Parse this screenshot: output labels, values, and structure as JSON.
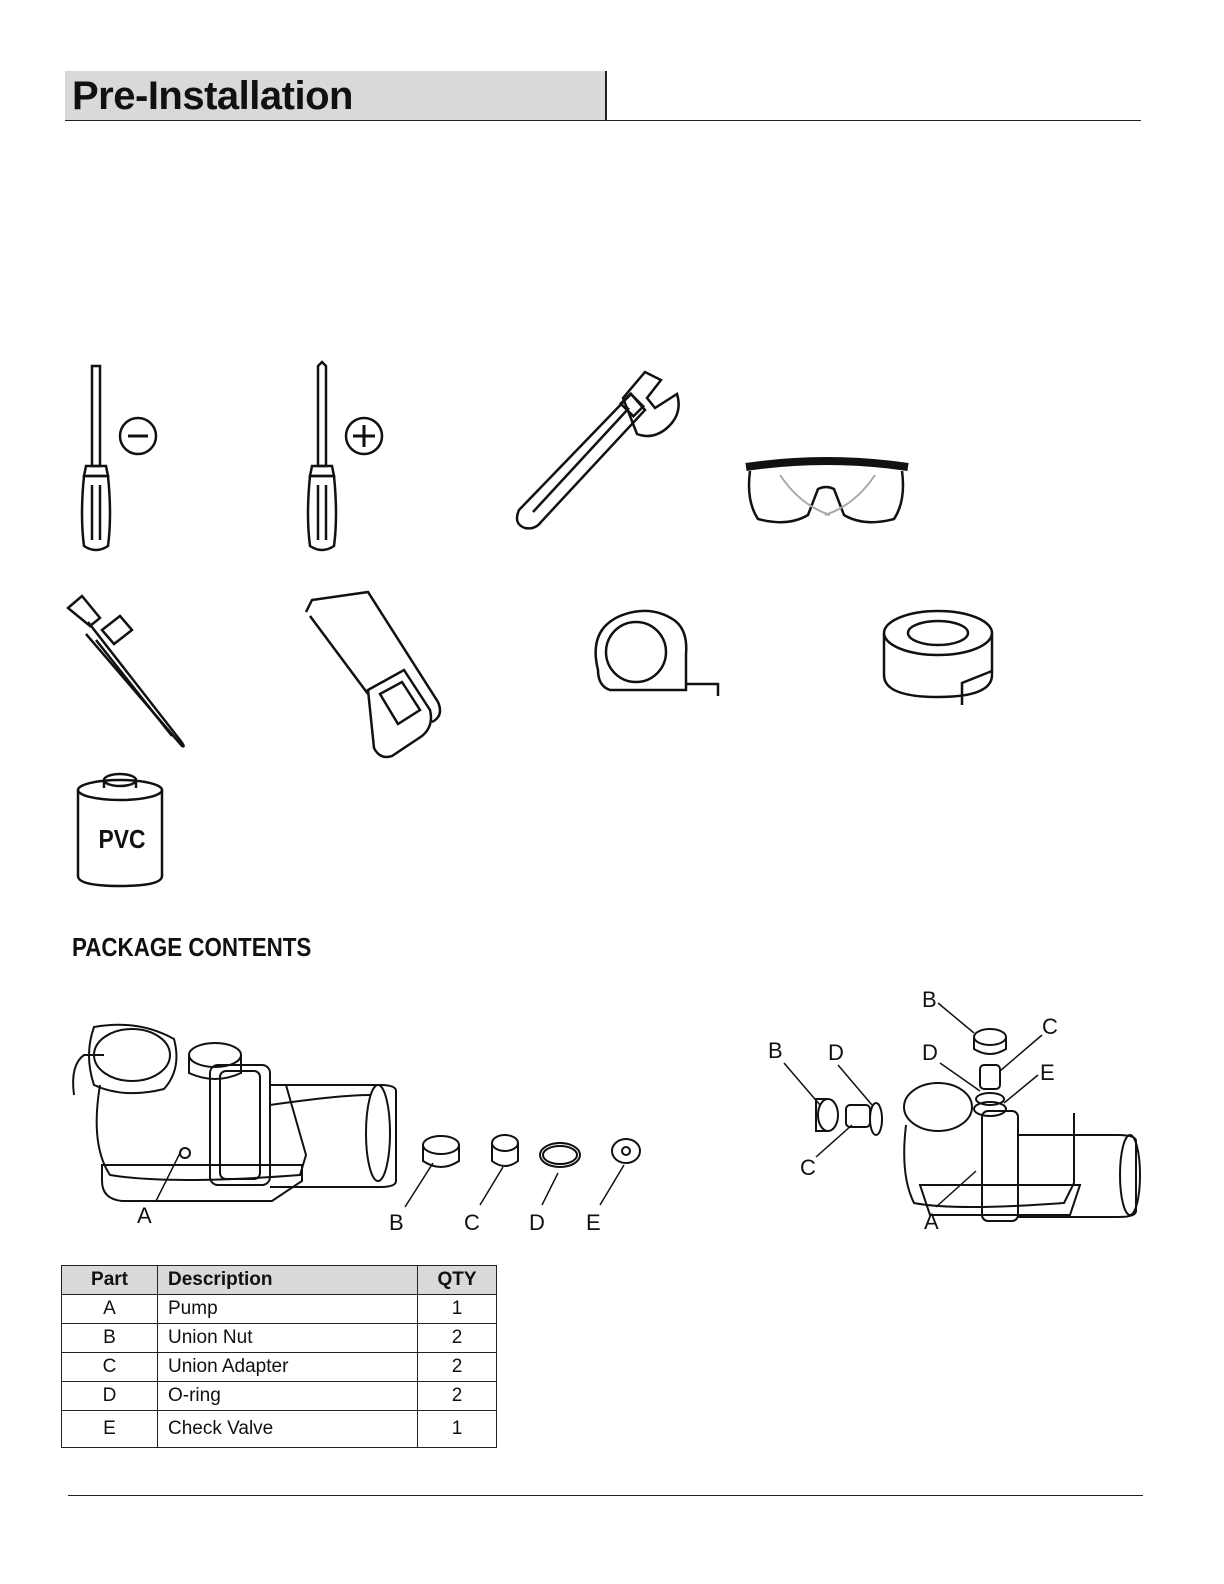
{
  "header": {
    "title": "Pre-Installation"
  },
  "tools": {
    "pvc_label": "PVC"
  },
  "package_contents": {
    "title": "PACKAGE CONTENTS",
    "left_labels": [
      "A",
      "B",
      "C",
      "D",
      "E"
    ],
    "right_labels": [
      "B",
      "C",
      "B",
      "D",
      "D",
      "E",
      "C",
      "A"
    ]
  },
  "parts_table": {
    "headers": {
      "part": "Part",
      "description": "Description",
      "qty": "QTY"
    },
    "rows": [
      {
        "part": "A",
        "description": "Pump",
        "qty": "1"
      },
      {
        "part": "B",
        "description": "Union Nut",
        "qty": "2"
      },
      {
        "part": "C",
        "description": "Union Adapter",
        "qty": "2"
      },
      {
        "part": "D",
        "description": "O-ring",
        "qty": "2"
      },
      {
        "part": "E",
        "description": "Check Valve",
        "qty": "1"
      }
    ]
  }
}
